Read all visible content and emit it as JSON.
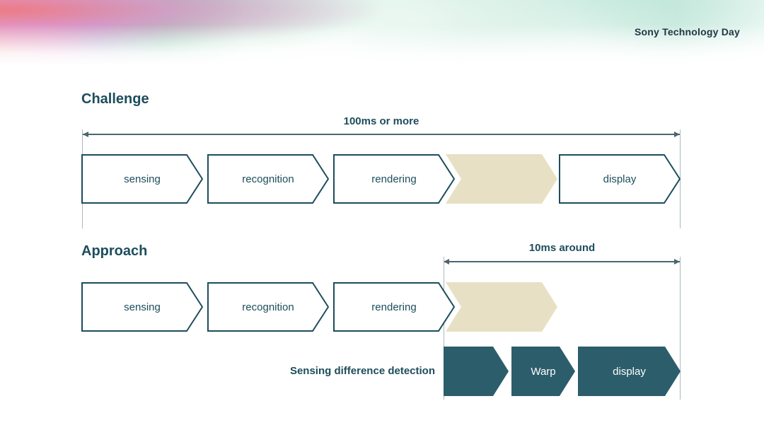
{
  "header": {
    "brand": "Sony Technology Day"
  },
  "challenge": {
    "title": "Challenge",
    "duration_label": "100ms or more",
    "steps": [
      "sensing",
      "recognition",
      "rendering",
      "display"
    ]
  },
  "approach": {
    "title": "Approach",
    "duration_label": "10ms around",
    "steps": [
      "sensing",
      "recognition",
      "rendering"
    ],
    "note": "Sensing difference detection",
    "fast_steps": [
      "Warp",
      "display"
    ]
  },
  "colors": {
    "teal_text": "#1d4d5c",
    "beige_block": "#e8e0c4",
    "dark_arrow_fill": "#2c5d6b",
    "dimension_line": "#4d656e",
    "banner_pink": "#ee7680",
    "banner_green": "#a8d8c2"
  }
}
